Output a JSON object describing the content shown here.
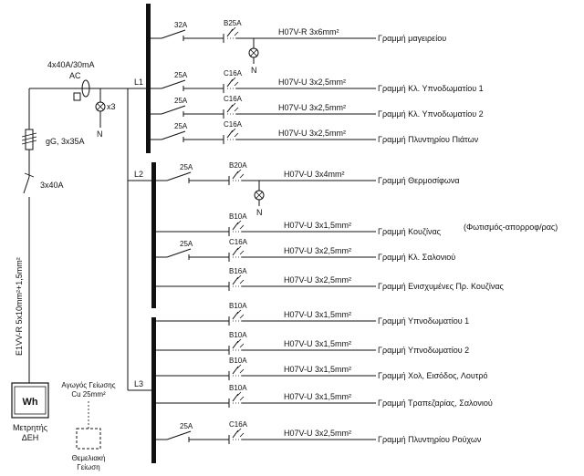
{
  "main_switch": {
    "rating": "4x40A/30mA",
    "type": "AC"
  },
  "lamp": {
    "multiplier": "x3",
    "neutral": "N"
  },
  "main_fuse": {
    "label": "gG, 3x35A"
  },
  "isolator": {
    "label": "3x40A"
  },
  "supply_cable": {
    "label": "E1VV-R 5x10mm²+1,5mm²"
  },
  "meter": {
    "symbol": "Wh",
    "caption_line1": "Μετρητής",
    "caption_line2": "ΔΕΗ"
  },
  "earth_conductor": {
    "line1": "Αγωγός Γείωσης",
    "line2": "Cu 25mm²"
  },
  "foundation_earth": {
    "line1": "Θεμελιακή",
    "line2": "Γείωση"
  },
  "buses": [
    {
      "name": "L1"
    },
    {
      "name": "L2"
    },
    {
      "name": "L3"
    }
  ],
  "circuits": [
    {
      "breaker": "32A",
      "mcb": "B25A",
      "cable": "H07V-R 3x6mm²",
      "line": "Γραμμή μαγειρείου",
      "indicator": "N"
    },
    {
      "breaker": "25A",
      "mcb": "C16A",
      "cable": "H07V-U 3x2,5mm²",
      "line": "Γραμμή Κλ. Υπνοδωματίου 1"
    },
    {
      "breaker": "25A",
      "mcb": "C16A",
      "cable": "H07V-U 3x2,5mm²",
      "line": "Γραμμή Κλ. Υπνοδωματίου 2"
    },
    {
      "breaker": "25A",
      "mcb": "C16A",
      "cable": "H07V-U 3x2,5mm²",
      "line": "Γραμμή Πλυντηρίου Πιάτων"
    },
    {
      "breaker": "25A",
      "mcb": "B20A",
      "cable": "H07V-U 3x4mm²",
      "line": "Γραμμή Θερμοσίφωνα",
      "indicator": "N"
    },
    {
      "breaker": "",
      "mcb": "B10A",
      "cable": "H07V-U 3x1,5mm²",
      "line": "Γραμμή Κουζίνας",
      "note": "(Φωτισμός-απορροφ/ρας)"
    },
    {
      "breaker": "25A",
      "mcb": "C16A",
      "cable": "H07V-U 3x2,5mm²",
      "line": "Γραμμή Κλ. Σαλονιού"
    },
    {
      "breaker": "",
      "mcb": "B16A",
      "cable": "H07V-U 3x2,5mm²",
      "line": "Γραμμή Ενισχυμένες Πρ. Κουζίνας"
    },
    {
      "breaker": "",
      "mcb": "B10A",
      "cable": "H07V-U 3x1,5mm²",
      "line": "Γραμμή Υπνοδωματίου 1"
    },
    {
      "breaker": "",
      "mcb": "B10A",
      "cable": "H07V-U 3x1,5mm²",
      "line": "Γραμμή Υπνοδωματίου 2"
    },
    {
      "breaker": "",
      "mcb": "B10A",
      "cable": "H07V-U 3x1,5mm²",
      "line": "Γραμμή Χολ, Εισόδος, Λουτρό"
    },
    {
      "breaker": "",
      "mcb": "B10A",
      "cable": "H07V-U 3x1,5mm²",
      "line": "Γραμμή Τραπεζαρίας, Σαλονιού"
    },
    {
      "breaker": "25A",
      "mcb": "C16A",
      "cable": "H07V-U 3x2,5mm²",
      "line": "Γραμμή Πλυντηρίου Ρούχων"
    }
  ]
}
